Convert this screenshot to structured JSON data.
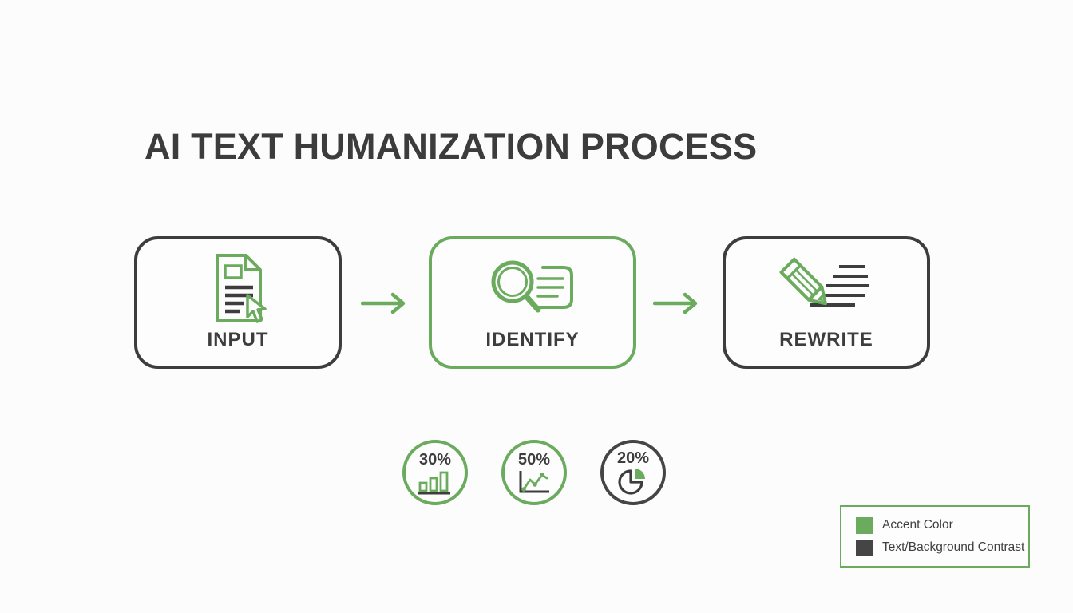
{
  "title": "AI TEXT HUMANIZATION PROCESS",
  "colors": {
    "accent": "#6aab5e",
    "dark": "#3d3d3d",
    "background": "#fcfcfc"
  },
  "steps": [
    {
      "label": "INPUT",
      "icon": "document-cursor-icon",
      "accent_border": false
    },
    {
      "label": "IDENTIFY",
      "icon": "magnifier-text-icon",
      "accent_border": true
    },
    {
      "label": "REWRITE",
      "icon": "pencil-lines-icon",
      "accent_border": false
    }
  ],
  "stats": [
    {
      "value": "30%",
      "icon": "bar-chart-icon",
      "accent_ring": true
    },
    {
      "value": "50%",
      "icon": "line-chart-icon",
      "accent_ring": true
    },
    {
      "value": "20%",
      "icon": "pie-chart-icon",
      "accent_ring": false
    }
  ],
  "legend": {
    "items": [
      {
        "label": "Accent Color",
        "swatch": "#6aab5e"
      },
      {
        "label": "Text/Background Contrast",
        "swatch": "#454545"
      }
    ]
  }
}
